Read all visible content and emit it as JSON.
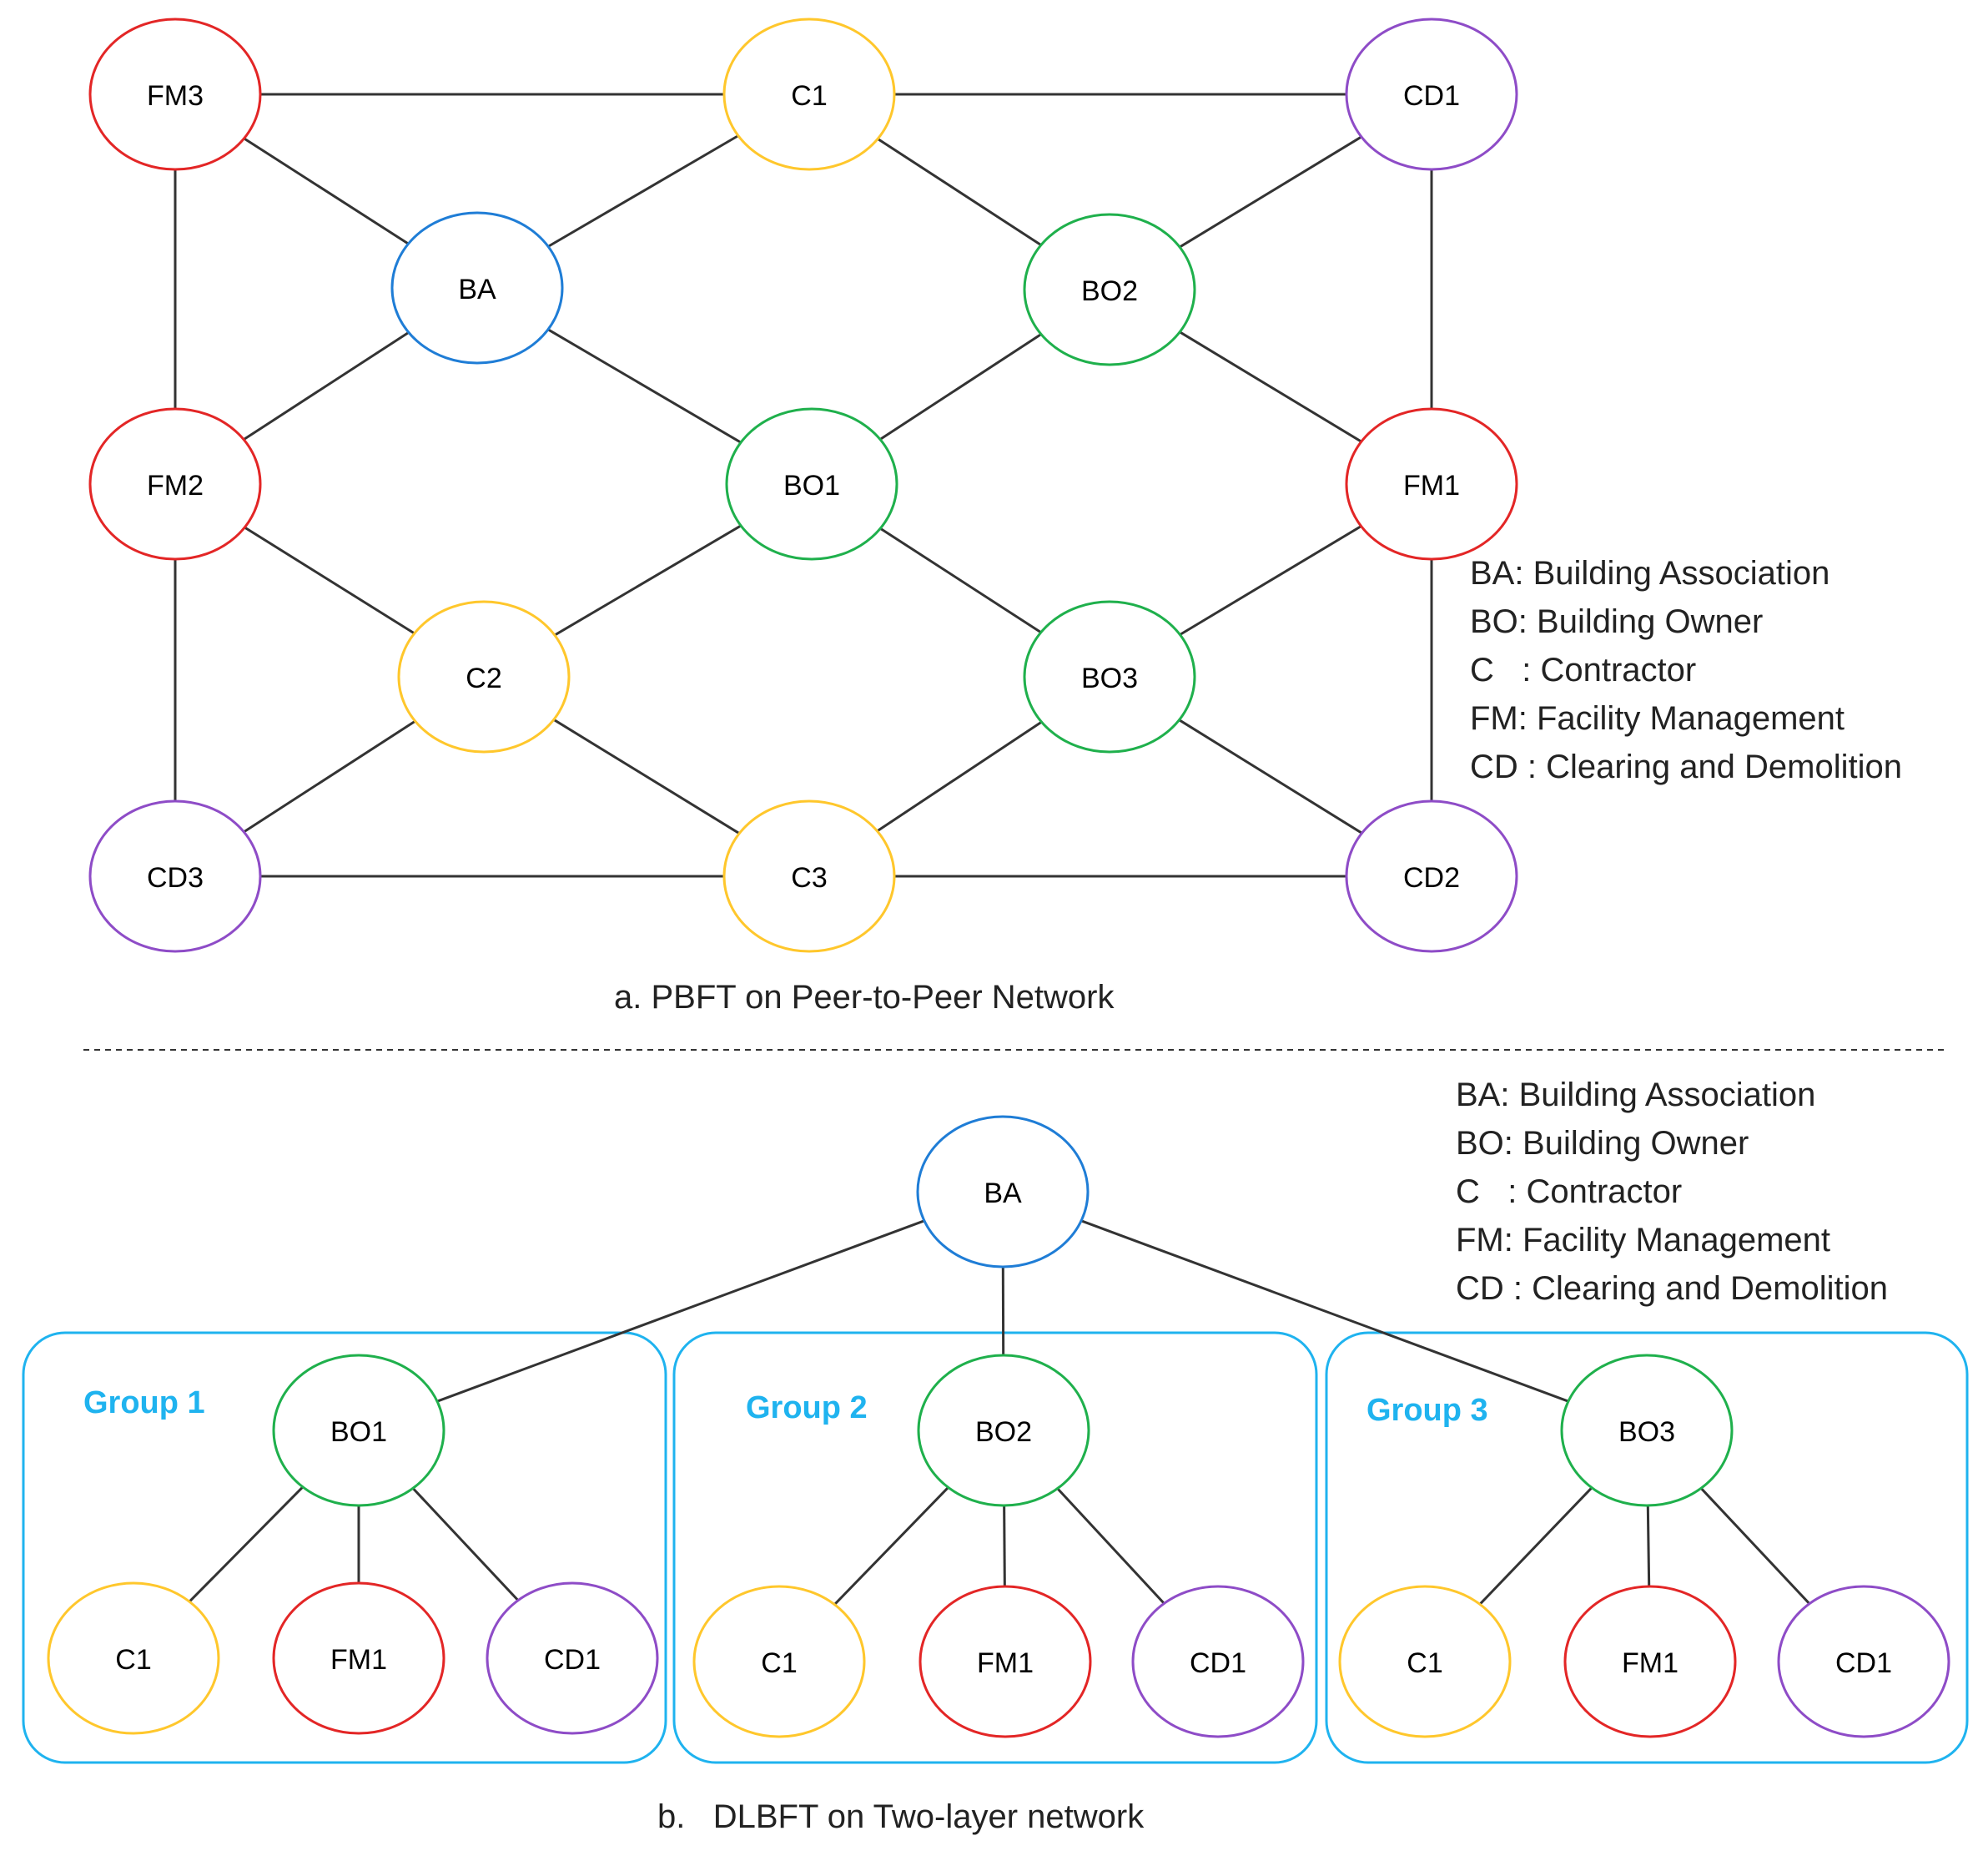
{
  "colors": {
    "FM": "#e32626",
    "C": "#ffc72c",
    "CD": "#8e4cc7",
    "BA": "#1f7dd6",
    "BO": "#1fb04c",
    "group_border": "#1fb3ef",
    "edge": "#333333"
  },
  "top": {
    "caption": "a. PBFT on Peer-to-Peer Network",
    "nodes": {
      "FM3": {
        "label": "FM3",
        "kind": "FM"
      },
      "C1": {
        "label": "C1",
        "kind": "C"
      },
      "CD1": {
        "label": "CD1",
        "kind": "CD"
      },
      "BA": {
        "label": "BA",
        "kind": "BA"
      },
      "BO2": {
        "label": "BO2",
        "kind": "BO"
      },
      "FM2": {
        "label": "FM2",
        "kind": "FM"
      },
      "BO1": {
        "label": "BO1",
        "kind": "BO"
      },
      "FM1": {
        "label": "FM1",
        "kind": "FM"
      },
      "C2": {
        "label": "C2",
        "kind": "C"
      },
      "BO3": {
        "label": "BO3",
        "kind": "BO"
      },
      "CD3": {
        "label": "CD3",
        "kind": "CD"
      },
      "C3": {
        "label": "C3",
        "kind": "C"
      },
      "CD2": {
        "label": "CD2",
        "kind": "CD"
      }
    },
    "edges": [
      [
        "FM3",
        "C1"
      ],
      [
        "C1",
        "CD1"
      ],
      [
        "FM3",
        "BA"
      ],
      [
        "FM3",
        "FM2"
      ],
      [
        "C1",
        "BA"
      ],
      [
        "C1",
        "BO2"
      ],
      [
        "CD1",
        "BO2"
      ],
      [
        "CD1",
        "FM1"
      ],
      [
        "BA",
        "FM2"
      ],
      [
        "BA",
        "BO1"
      ],
      [
        "BO2",
        "BO1"
      ],
      [
        "BO2",
        "FM1"
      ],
      [
        "FM2",
        "C2"
      ],
      [
        "FM2",
        "CD3"
      ],
      [
        "BO1",
        "C2"
      ],
      [
        "BO1",
        "BO3"
      ],
      [
        "FM1",
        "BO3"
      ],
      [
        "FM1",
        "CD2"
      ],
      [
        "C2",
        "CD3"
      ],
      [
        "C2",
        "C3"
      ],
      [
        "BO3",
        "C3"
      ],
      [
        "BO3",
        "CD2"
      ],
      [
        "CD3",
        "C3"
      ],
      [
        "C3",
        "CD2"
      ]
    ],
    "legend": [
      "BA: Building Association",
      "BO: Building Owner",
      "C   : Contractor",
      "FM: Facility Management",
      "CD : Clearing and Demolition"
    ]
  },
  "bottom": {
    "caption": "b.   DLBFT on Two-layer network",
    "root": {
      "label": "BA",
      "kind": "BA"
    },
    "groups": [
      {
        "title": "Group 1",
        "head": "BO1",
        "members": [
          "C1",
          "FM1",
          "CD1"
        ]
      },
      {
        "title": "Group 2",
        "head": "BO2",
        "members": [
          "C1",
          "FM1",
          "CD1"
        ]
      },
      {
        "title": "Group 3",
        "head": "BO3",
        "members": [
          "C1",
          "FM1",
          "CD1"
        ]
      }
    ],
    "legend": [
      "BA: Building Association",
      "BO: Building Owner",
      "C   : Contractor",
      "FM: Facility Management",
      "CD : Clearing and Demolition"
    ]
  }
}
